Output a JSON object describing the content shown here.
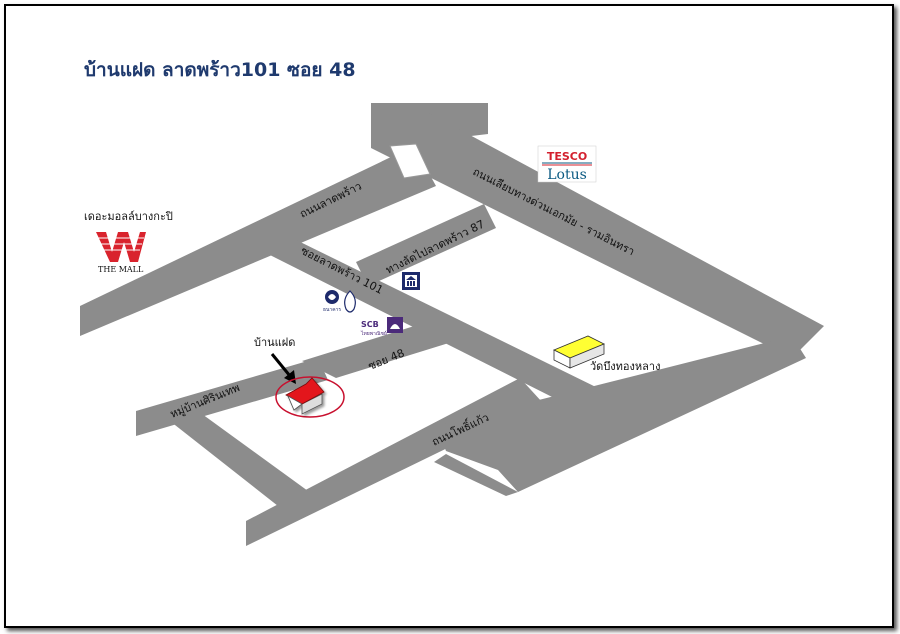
{
  "map": {
    "title": "บ้านแฝด ลาดพร้าว101 ซอย 48",
    "colors": {
      "title": "#1f3a6e",
      "road": "#8c8c8c",
      "road_edge": "#7a7a7a",
      "house_roof": "#e3141b",
      "house_wall": "#ffffff",
      "highlight_circle": "#c8102e",
      "temple_top": "#ffff33",
      "tesco_red": "#d3202e",
      "tesco_blue": "#0b5a82",
      "mall_red": "#d9232d",
      "scb_purple": "#4b2a7a",
      "bank_navy": "#1d2a6b"
    },
    "roads": {
      "lat_phrao": "ถนนลาดพร้าว",
      "expressway": "ถนนเลียบทางด่วนเอกมัย - รามอินทรา",
      "shortcut": "ทางลัดไปลาดพร้าว 87",
      "soi_lat_phrao": "ซอยลาดพร้าว 101",
      "soi_48": "ซอย 48",
      "village": "หมู่บ้านศิรินเทพ",
      "pho_kaeo": "ถนนโพธิ์แก้ว"
    },
    "places": {
      "home": "บ้านแฝด",
      "mall": "เดอะมอลล์บางกะปิ",
      "temple": "วัดบึงทองหลาง"
    },
    "logos": {
      "mall_caption": "THE MALL",
      "tesco_top": "TESCO",
      "tesco_bottom": "Lotus",
      "scb": "SCB",
      "scb_caption": "ไทยพาณิชย์",
      "bbl_caption": "ธนาคาร",
      "bank_icon": "bank-building-icon"
    }
  }
}
